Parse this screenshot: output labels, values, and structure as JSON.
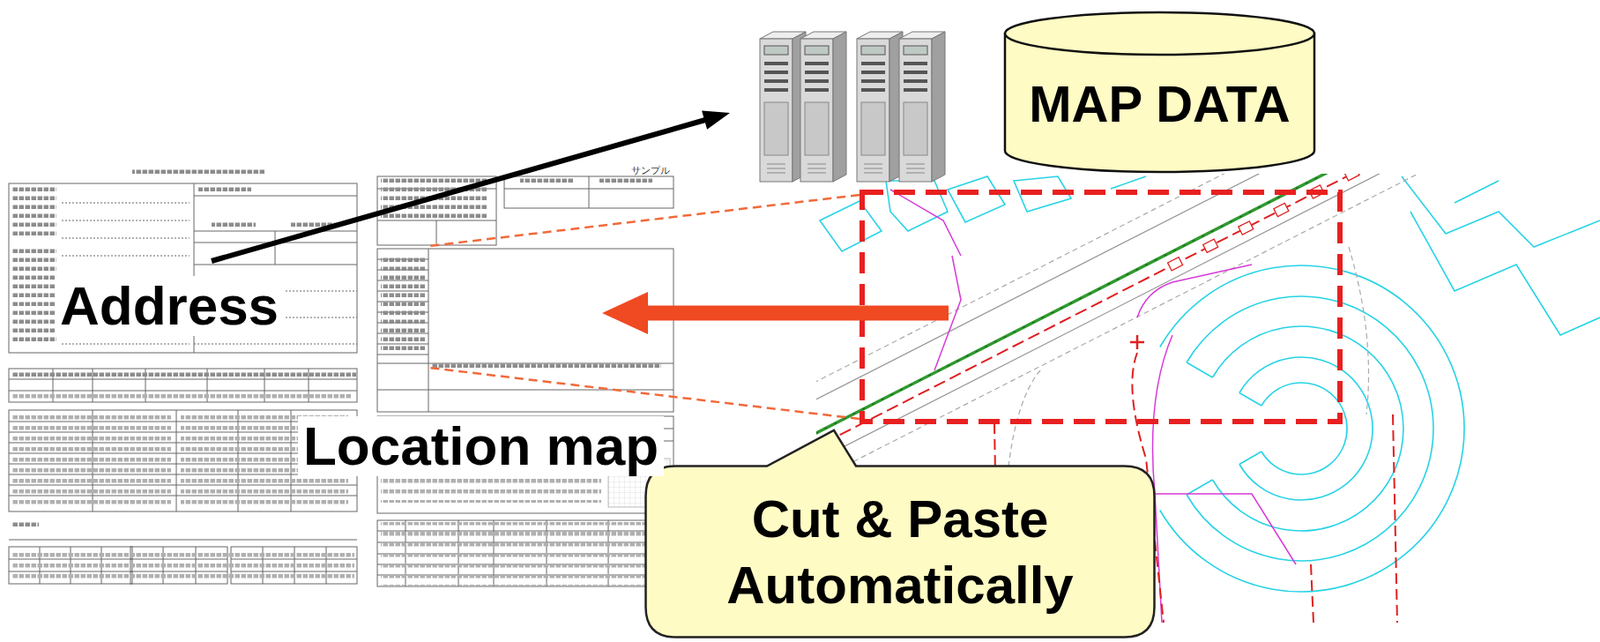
{
  "diagram": {
    "nodes": [
      {
        "text": [
          "MAP DATA"
        ]
      },
      {
        "text": [
          "Cut & Paste Automatically"
        ]
      }
    ],
    "labels": [
      "Address",
      "Location map",
      "サンプル"
    ]
  }
}
